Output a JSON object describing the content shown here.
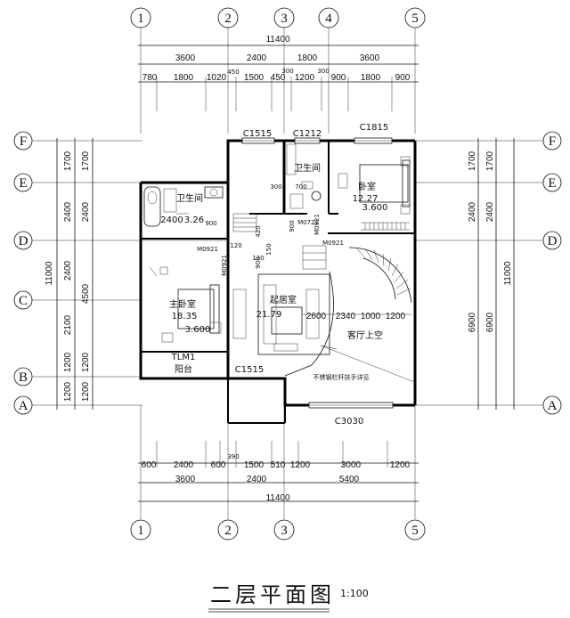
{
  "title": "二层平面图",
  "scale": "1:100",
  "axes": {
    "top": [
      "1",
      "2",
      "3",
      "4",
      "5"
    ],
    "bottom": [
      "1",
      "2",
      "3",
      "5"
    ],
    "left": [
      "F",
      "E",
      "D",
      "C",
      "B",
      "A"
    ],
    "right": [
      "F",
      "E",
      "D",
      "A"
    ]
  },
  "dims_top": {
    "total": "11400",
    "row2": [
      "3600",
      "2400",
      "1800",
      "3600"
    ],
    "small": [
      "450",
      "300",
      "300"
    ],
    "row3": [
      "780",
      "1800",
      "1020",
      "1500",
      "450",
      "1200",
      "900",
      "1800",
      "900"
    ]
  },
  "dims_bottom": {
    "row1": [
      "600",
      "2400",
      "600",
      "390",
      "1500",
      "510",
      "1200",
      "3000",
      "1200"
    ],
    "row2": [
      "3600",
      "2400",
      "5400"
    ],
    "total": "11400"
  },
  "dims_left": {
    "outer": [
      "1700",
      "2400",
      "2400",
      "2100",
      "1200",
      "1200"
    ],
    "inner": [
      "1700",
      "2400",
      "4500",
      "1200",
      "1200"
    ],
    "total": "11000"
  },
  "dims_right": {
    "inner": [
      "1700",
      "2400",
      "6900"
    ],
    "outer": [
      "1700",
      "2400",
      "6900"
    ],
    "total": "11000"
  },
  "windows": [
    "C1515",
    "C1212",
    "C1815",
    "C1515",
    "C3030",
    "TLM1"
  ],
  "rooms": {
    "bath_left": "卫生间",
    "bath_left_area": "3.26",
    "bath_left_dim": "2400",
    "bath_right": "卫生间",
    "bedroom": "卧室",
    "bedroom_area": "12.27",
    "bedroom_dim": "3.600",
    "master": "主卧室",
    "master_area": "18.35",
    "master_dim": "3.600",
    "living": "起居室",
    "living_area": "21.79",
    "void": "客厅上空",
    "balcony": "阳台"
  },
  "labels": {
    "m0921_a": "M0921",
    "m0921_b": "M0921",
    "m0921_c": "M0921",
    "m0721": "M0721",
    "m0921_d": "M0921",
    "d900": "900",
    "d120a": "120",
    "d420": "420",
    "d900b": "900",
    "d120b": "120",
    "d150": "150",
    "d900c": "900",
    "d300": "300",
    "d700": "700",
    "d2600": "2600",
    "d2340": "2340",
    "d1000": "1000",
    "d1200": "1200",
    "rail_note": "不锈钢栏杆扶手详见"
  }
}
